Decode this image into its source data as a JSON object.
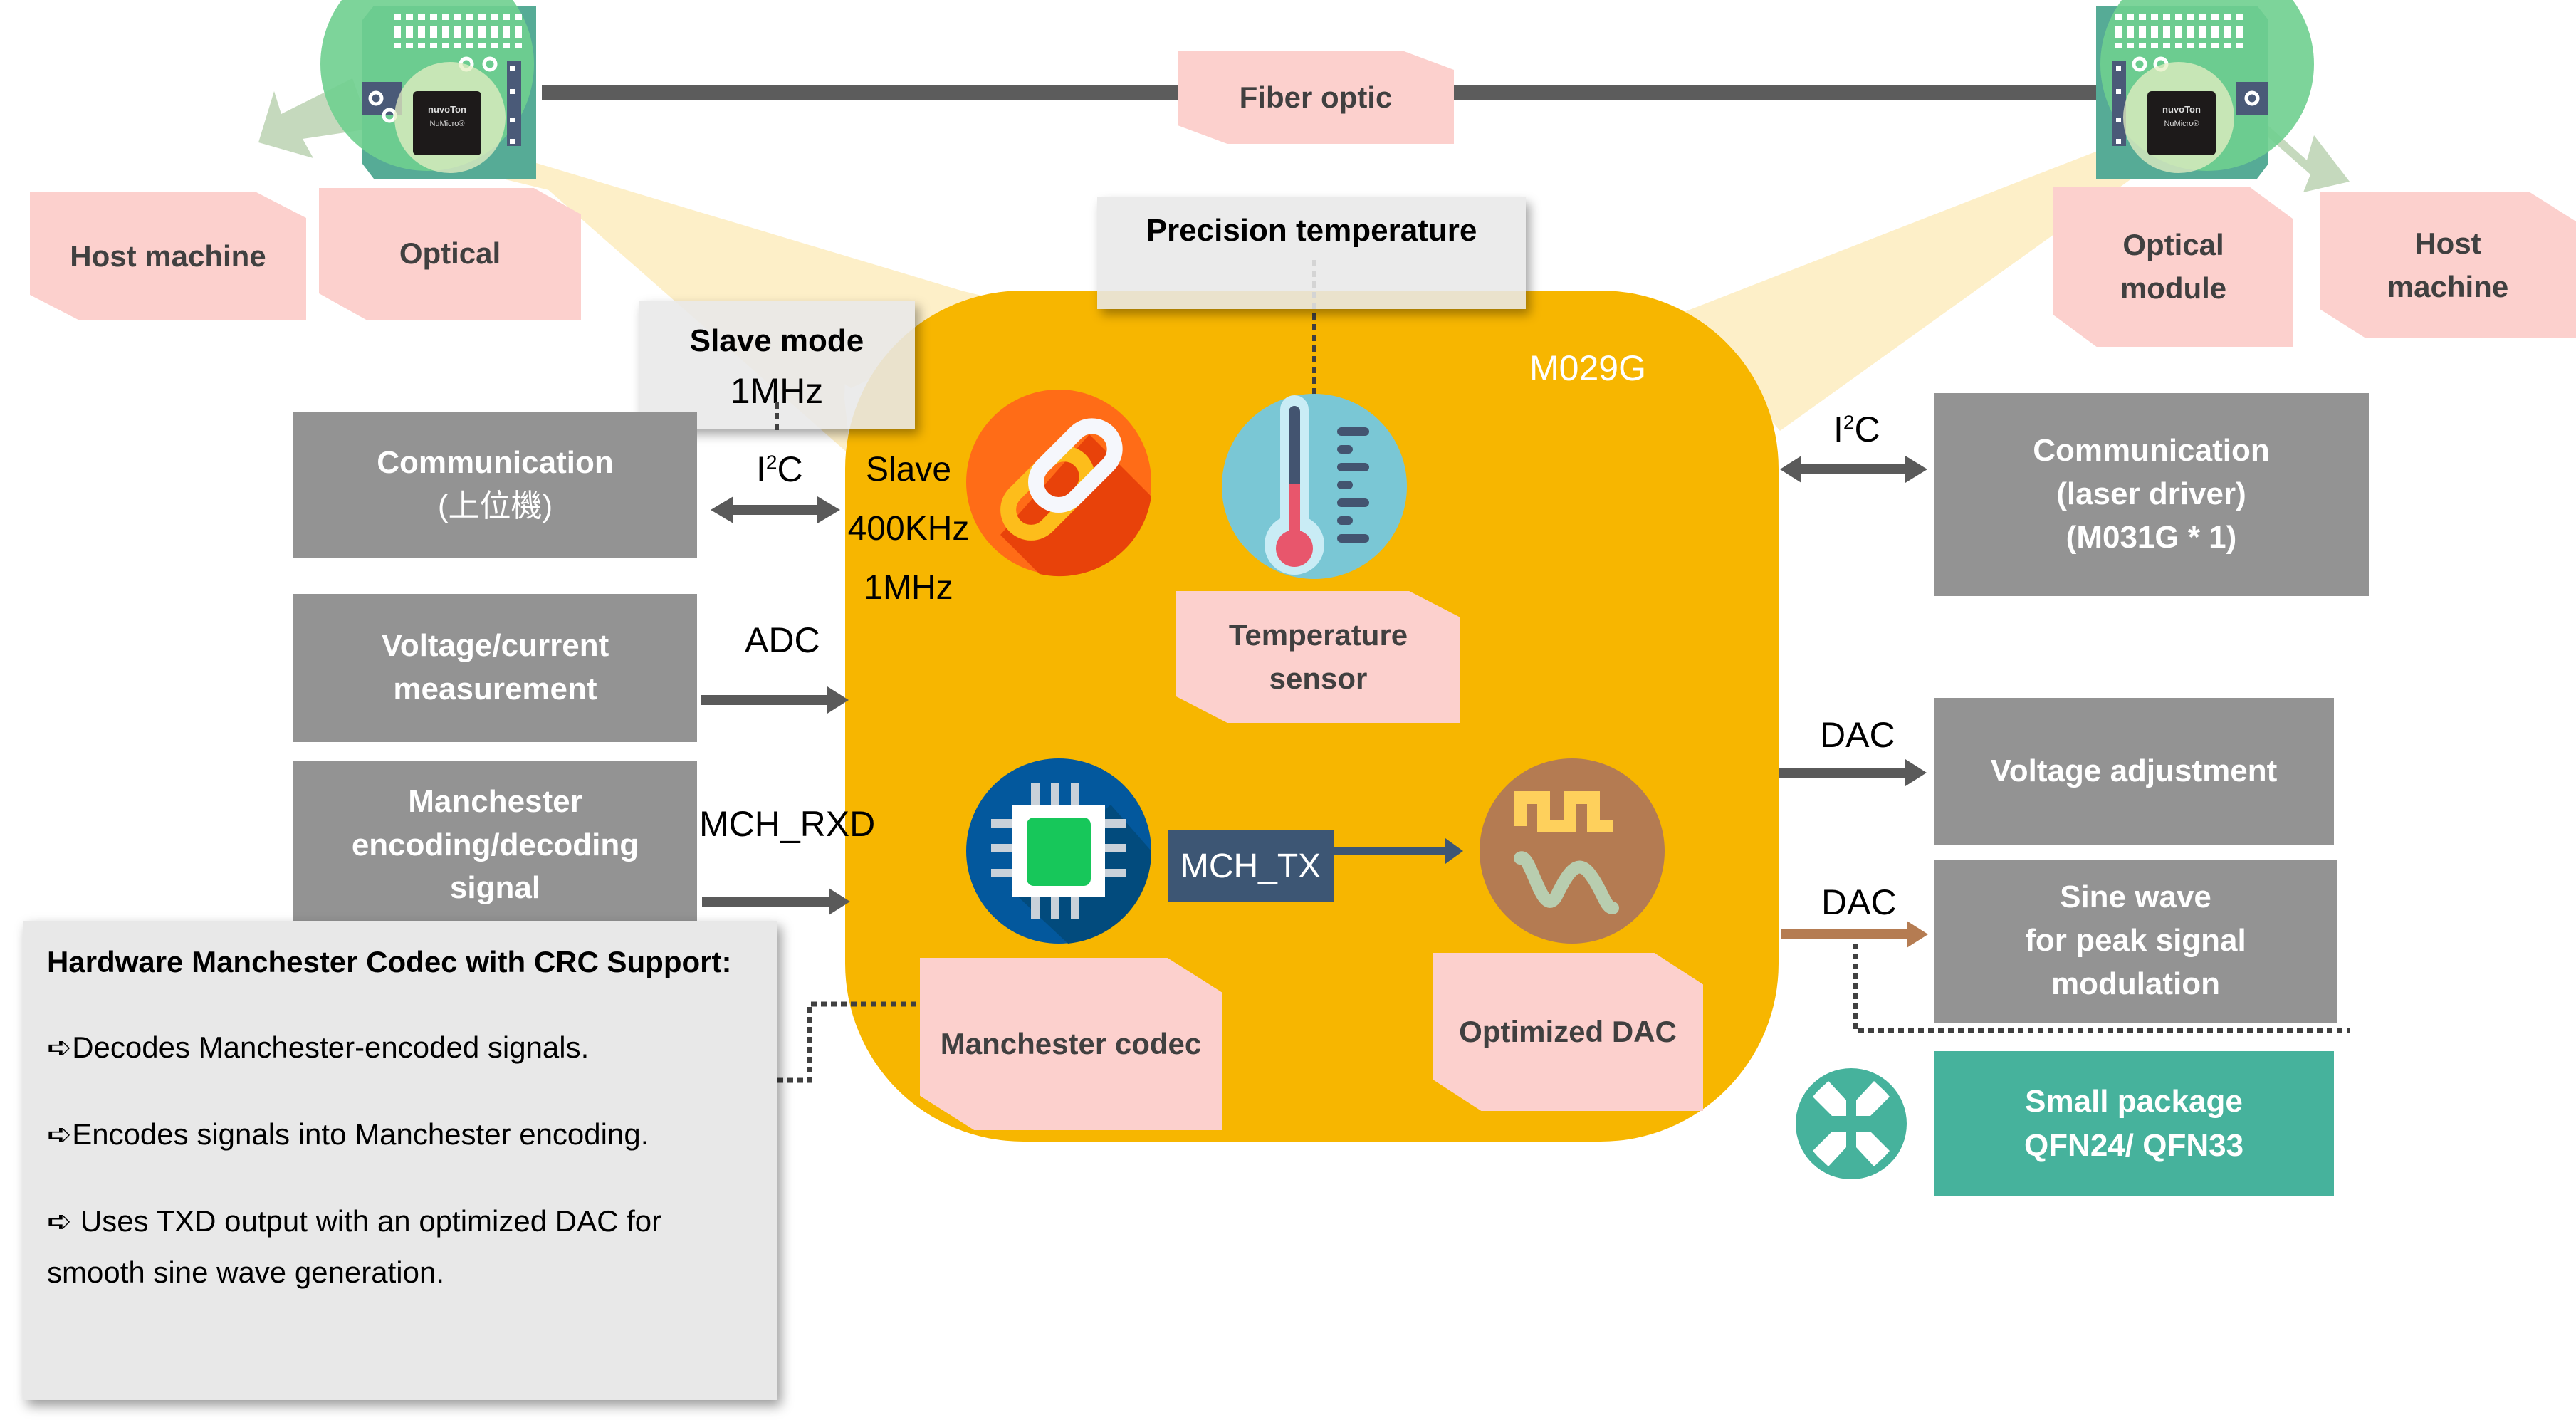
{
  "diagram": {
    "chip_name": "M029G",
    "fiber_link": {
      "label": "Fiber optic"
    },
    "left_side": {
      "host_label": "Host machine",
      "optical_label": "Optical",
      "board_brand": "nuvoTon",
      "board_series": "NuMicro®"
    },
    "right_side": {
      "optical_label_lines": [
        "Optical",
        "module"
      ],
      "host_label_lines": [
        "Host",
        "machine"
      ],
      "board_brand": "nuvoTon",
      "board_series": "NuMicro®"
    },
    "notes": {
      "precision_temperature": "Precision temperature",
      "slave_mode_lines": [
        "Slave mode",
        "1MHz"
      ]
    },
    "internal_blocks": [
      {
        "id": "i2c",
        "icon": "link-icon",
        "side_text_lines": [
          "Slave",
          "400KHz",
          "1MHz"
        ]
      },
      {
        "id": "temperature",
        "icon": "thermometer-icon",
        "label_lines": [
          "Temperature",
          "sensor"
        ]
      },
      {
        "id": "manchester",
        "icon": "processor-chip-icon",
        "label": "Manchester codec"
      },
      {
        "id": "dac",
        "icon": "waveform-icon",
        "label": "Optimized DAC"
      }
    ],
    "internal_link": {
      "label": "MCH_TX"
    },
    "left_peripherals": [
      {
        "lines": [
          "Communication",
          "(上位機)"
        ],
        "bus": "I2C",
        "bus_main": "I",
        "bus_sup": "2",
        "bus_tail": "C",
        "direction": "bidirectional"
      },
      {
        "lines": [
          "Voltage/current",
          "measurement"
        ],
        "bus": "ADC",
        "direction": "to-chip"
      },
      {
        "lines": [
          "Manchester",
          "encoding/decoding",
          "signal"
        ],
        "bus": "MCH_RXD",
        "direction": "to-chip"
      }
    ],
    "right_peripherals": [
      {
        "lines": [
          "Communication",
          "(laser driver)",
          "(M031G * 1)"
        ],
        "bus": "I2C",
        "bus_main": "I",
        "bus_sup": "2",
        "bus_tail": "C",
        "direction": "bidirectional"
      },
      {
        "lines": [
          "Voltage adjustment"
        ],
        "bus": "DAC",
        "direction": "from-chip"
      },
      {
        "lines": [
          "Sine wave",
          "for peak signal",
          "modulation"
        ],
        "bus": "DAC",
        "direction": "from-chip"
      },
      {
        "lines": [
          "Small package",
          "QFN24/ QFN33"
        ],
        "icon": "compress-arrows-icon"
      }
    ],
    "callout": {
      "title": "Hardware Manchester Codec with CRC Support:",
      "bullet_glyph": "➪",
      "items": [
        "Decodes Manchester-encoded signals.",
        "Encodes signals into Manchester encoding.",
        " Uses TXD output with an optimized DAC for smooth sine wave generation."
      ]
    },
    "colors": {
      "chip_body": "#f7b600",
      "pink_label": "#fcd0cd",
      "gray_block": "#939393",
      "teal_block": "#46b29c",
      "arrow_dark": "#5a5a5a",
      "arrow_brown": "#b57c52",
      "mch_tx_box": "#3d5674",
      "note_bg": "#e8e8e8",
      "light_cone": "#fdefc8"
    }
  }
}
